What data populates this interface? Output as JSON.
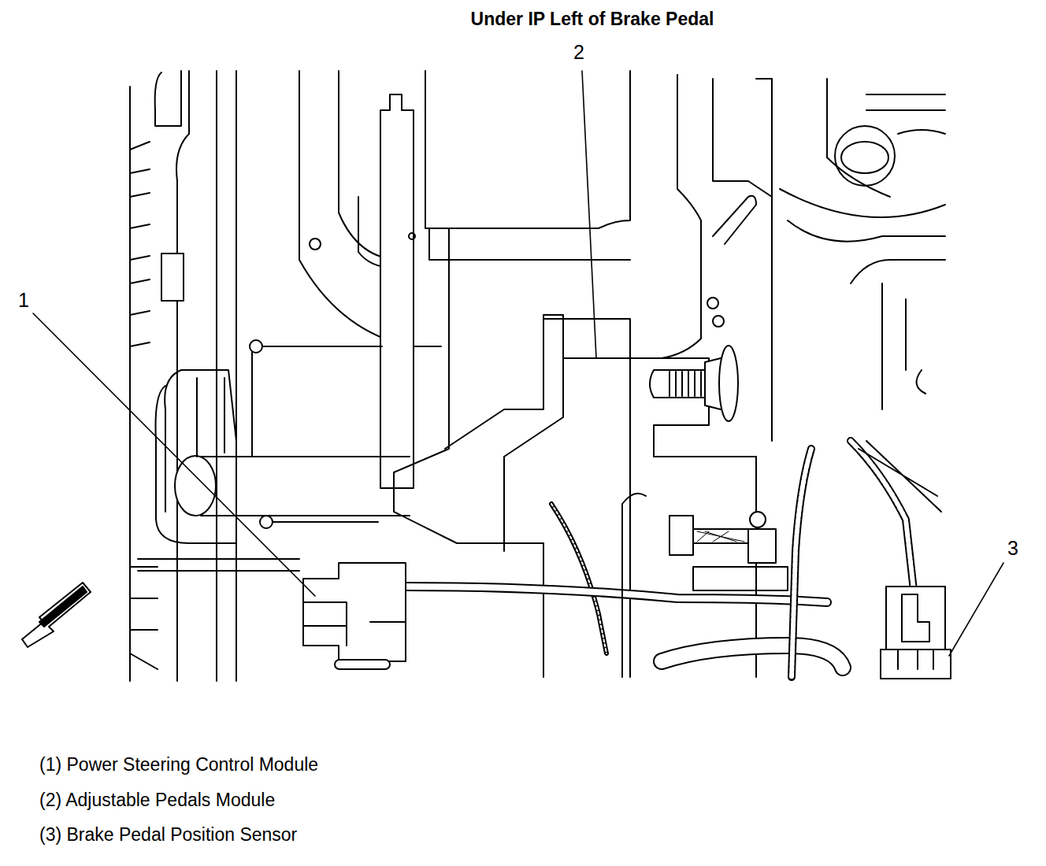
{
  "diagram": {
    "title": "Under IP Left of Brake Pedal",
    "labels": [
      "1",
      "2",
      "3",
      "(1) Power Steering Control Module",
      "(2) Adjustable Pedals Module",
      "(3) Brake Pedal Position Sensor"
    ]
  }
}
